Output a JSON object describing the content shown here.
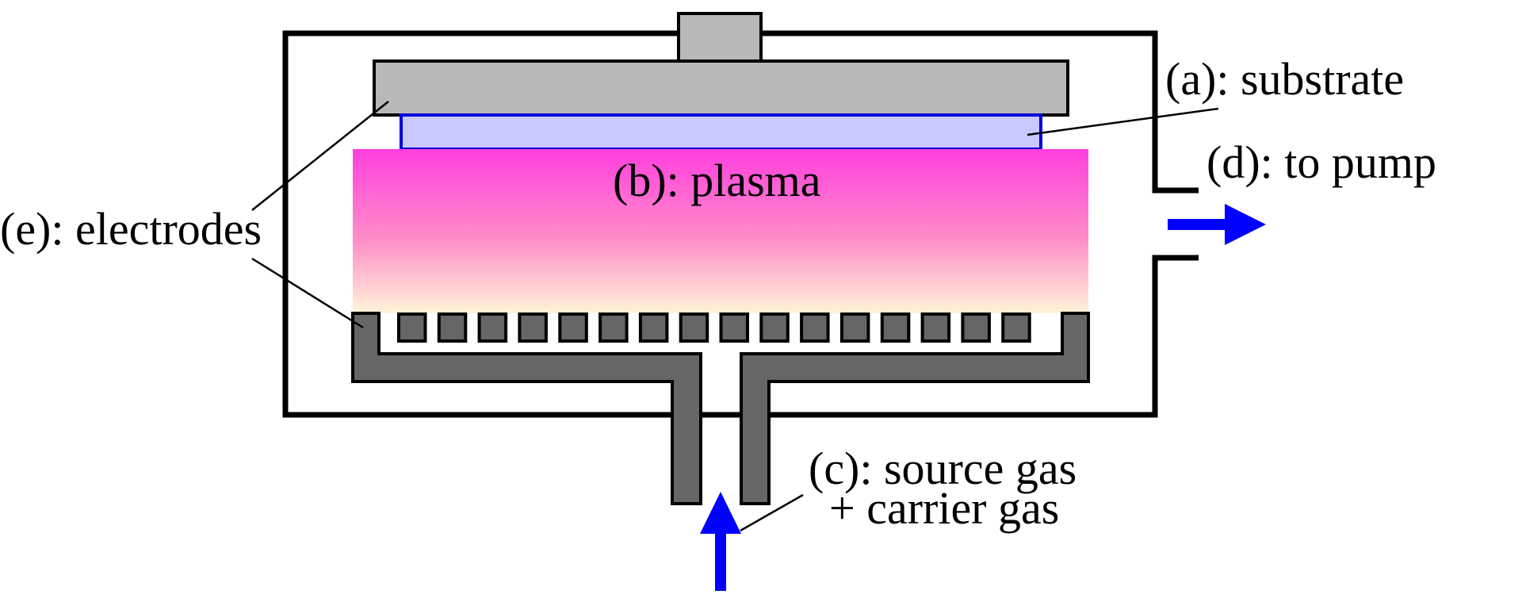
{
  "labels": {
    "substrate": "(a): substrate",
    "plasma": "(b): plasma",
    "source_gas_line1": "(c): source gas",
    "source_gas_line2": "+ carrier gas",
    "to_pump": "(d): to pump",
    "electrodes": "(e): electrodes"
  },
  "colors": {
    "chamber_wall": "#000000",
    "electrode_fill": "#666666",
    "upper_electrode_fill": "#b8b8b8",
    "substrate_fill": "#c9c9ff",
    "substrate_border": "#0000dd",
    "plasma_top": "#ff3fde",
    "plasma_bottom": "#fff4d8",
    "flow_arrow": "#0000ff"
  },
  "showerhead_hole_count": 16
}
